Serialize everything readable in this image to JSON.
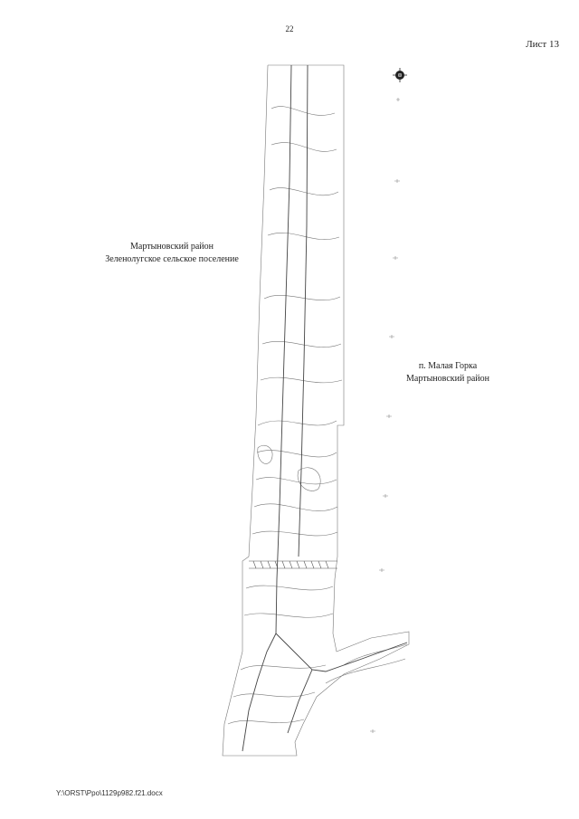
{
  "header": {
    "page_number": "22",
    "sheet": "Лист 13"
  },
  "map": {
    "left_region": {
      "line1": "Мартыновский район",
      "line2": "Зеленолугское сельское поселение"
    },
    "right_region": {
      "line1": "п. Малая Горка",
      "line2": "Мартыновский район"
    }
  },
  "footer": {
    "file_path": "Y:\\ORST\\Ppo\\1129p982.f21.docx"
  }
}
